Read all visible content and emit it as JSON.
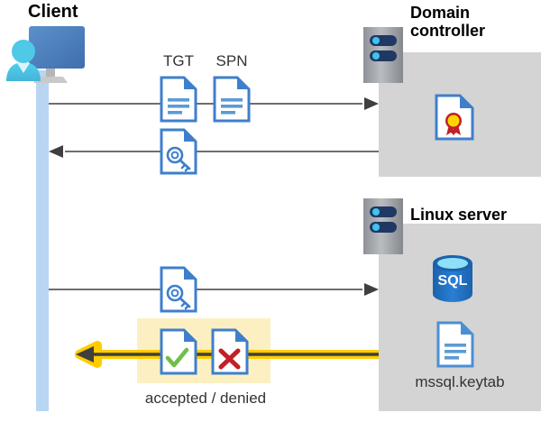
{
  "diagram": {
    "title_client": "Client",
    "title_domain_controller": "Domain\ncontroller",
    "title_linux_server": "Linux server",
    "labels": {
      "tgt": "TGT",
      "spn": "SPN",
      "keytab_file": "mssql.keytab",
      "accepted_denied": "accepted / denied",
      "sql_text": "SQL"
    },
    "icons": {
      "client": "user-monitor-icon",
      "server_tower": "server-tower-icon",
      "tgt_doc": "document-icon",
      "spn_doc": "document-icon",
      "ticket_key_doc": "document-key-icon",
      "service_ticket_doc": "document-key-icon",
      "certificate": "certificate-document-icon",
      "database": "sql-database-icon",
      "keytab_doc": "document-icon",
      "accepted": "document-check-icon",
      "denied": "document-cross-icon"
    },
    "flows": [
      {
        "name": "client-to-dc-request",
        "direction": "right",
        "style": "thin-gray"
      },
      {
        "name": "dc-to-client-tgt",
        "direction": "left",
        "style": "thin-gray"
      },
      {
        "name": "client-to-linux-request",
        "direction": "right",
        "style": "thin-gray"
      },
      {
        "name": "linux-to-client-result",
        "direction": "left",
        "style": "thick-yellow"
      }
    ],
    "colors": {
      "lifeline": "#b8d6f2",
      "panel_gray": "#d4d4d4",
      "highlight_yellow": "#fcf0c2",
      "arrow_gray": "#3f3f3f",
      "arrow_yellow": "#ffcc00",
      "doc_blue": "#3e7fcc",
      "accent_cyan": "#43c3ea",
      "monitor_blue": "#4a7ebb",
      "check_green": "#6fbf4a",
      "cross_red": "#c02026",
      "cert_gold": "#ffd400",
      "cert_red": "#c02026",
      "sql_blue": "#1e6bb8"
    }
  }
}
